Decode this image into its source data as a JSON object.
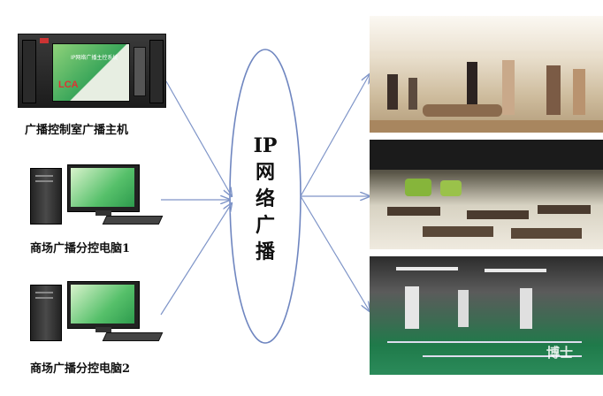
{
  "sources": [
    {
      "label": "广播控制室广播主机",
      "icon": "rack-host-icon"
    },
    {
      "label": "商场广播分控电脑1",
      "icon": "desktop-computer-icon"
    },
    {
      "label": "商场广播分控电脑2",
      "icon": "desktop-computer-icon"
    }
  ],
  "hub": {
    "label_lines": [
      "IP",
      "网",
      "络",
      "广",
      "播"
    ]
  },
  "destinations": [
    {
      "scene": "mall-clothing-store-photo"
    },
    {
      "scene": "food-court-photo"
    },
    {
      "scene": "parking-garage-photo"
    }
  ],
  "host_panel": {
    "logo": "LCA",
    "screen_text": "IP网络广播主控系统"
  },
  "watermark": "博士",
  "colors": {
    "arrow": "#7f95c8",
    "ellipse": "#6f86c0",
    "screen_green": "#38b05a"
  }
}
